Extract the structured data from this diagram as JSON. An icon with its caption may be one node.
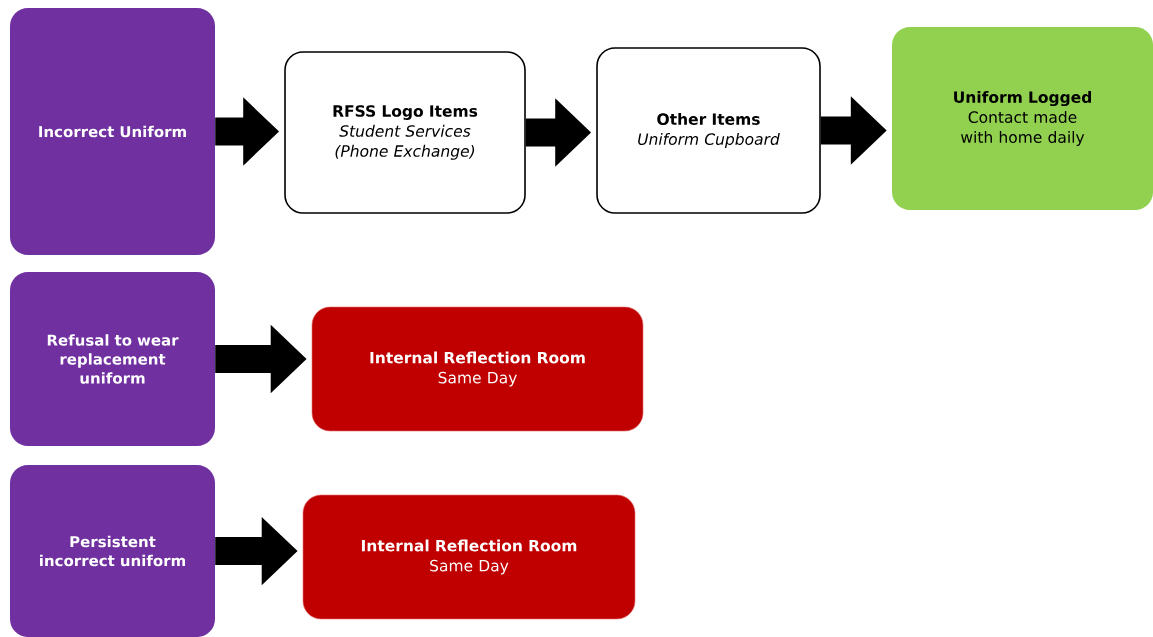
{
  "diagram": {
    "nodes": [
      {
        "text": [
          "Incorrect Uniform"
        ]
      },
      {
        "text": [
          "RFSS Logo Items",
          "Student Services (Phone Exchange)"
        ]
      },
      {
        "text": [
          "Other Items",
          "Uniform Cupboard"
        ]
      },
      {
        "text": [
          "Uniform Logged",
          "Contact made with home daily"
        ]
      },
      {
        "text": [
          "Refusal to wear replacement uniform"
        ]
      },
      {
        "text": [
          "Internal Reflection Room",
          "Same Day"
        ]
      },
      {
        "text": [
          "Persistent incorrect uniform"
        ]
      },
      {
        "text": [
          "Internal Reflection Room",
          "Same Day"
        ]
      }
    ],
    "edges": [
      {
        "from": 0,
        "to": 1,
        "arrow": "to"
      },
      {
        "from": 1,
        "to": 2,
        "arrow": "to"
      },
      {
        "from": 2,
        "to": 3,
        "arrow": "to"
      },
      {
        "from": 4,
        "to": 5,
        "arrow": "to"
      },
      {
        "from": 6,
        "to": 7,
        "arrow": "to"
      }
    ]
  }
}
